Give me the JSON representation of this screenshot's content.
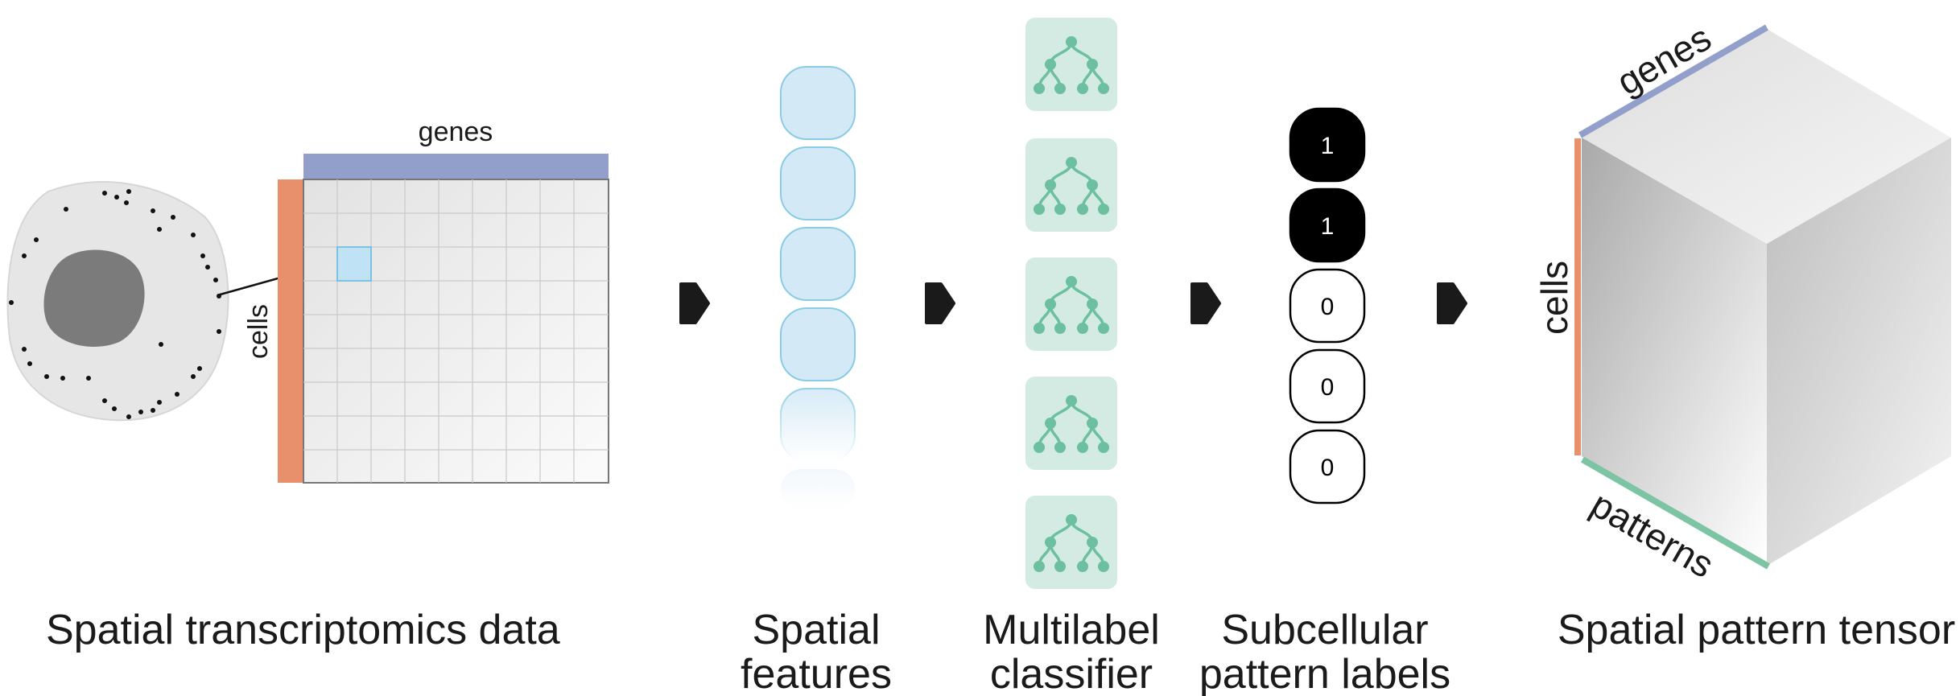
{
  "panels": {
    "data": {
      "caption": "Spatial transcriptomics data",
      "genes_label": "genes",
      "cells_label": "cells"
    },
    "features": {
      "caption_line1": "Spatial",
      "caption_line2": "features"
    },
    "classifier": {
      "caption_line1": "Multilabel",
      "caption_line2": "classifier"
    },
    "labels": {
      "caption_line1": "Subcellular",
      "caption_line2": "pattern labels",
      "values": [
        "1",
        "1",
        "0",
        "0",
        "0"
      ]
    },
    "tensor": {
      "caption": "Spatial pattern tensor",
      "genes_label": "genes",
      "cells_label": "cells",
      "patterns_label": "patterns"
    }
  },
  "colors": {
    "genes_bar": "#939fcb",
    "cells_bar": "#e8906b",
    "patterns_bar": "#7cc4a3",
    "feature_fill": "#d3e9f6",
    "feature_stroke": "#8ccbe6",
    "tree_bg": "#d4ebe3",
    "tree_node": "#6cbf9f",
    "arrow": "#1a1a1a"
  },
  "icons": [
    "cell-icon",
    "arrow-icon",
    "decision-tree-icon",
    "cube-icon"
  ]
}
